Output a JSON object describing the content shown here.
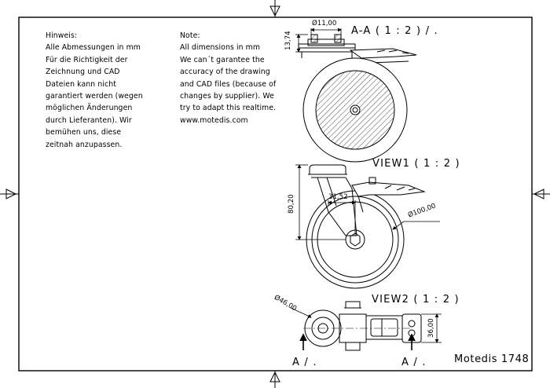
{
  "notes_de": {
    "lines": [
      "Hinweis:",
      "Alle Abmessungen in mm",
      "Für die Richtigkeit der",
      "Zeichnung und CAD",
      "Dateien kann nicht",
      "garantiert werden (wegen",
      "möglichen Änderungen",
      "durch Lieferanten). Wir",
      "bemühen uns, diese",
      "zeitnah anzupassen."
    ]
  },
  "notes_en": {
    "lines": [
      "Note:",
      "All dimensions in mm",
      "We can´t garantee the",
      "accuracy of the drawing",
      "and CAD files (because of",
      "changes by supplier). We",
      "try to adapt this realtime.",
      "www.motedis.com"
    ]
  },
  "views": {
    "section_label": "A-A ( 1 : 2 ) / .",
    "view1_label": "VIEW1 ( 1 : 2 )",
    "view2_label": "VIEW2 ( 1 : 2 )",
    "cut_marker_left": "A / .",
    "cut_marker_right": "A / ."
  },
  "dimensions": {
    "axle_diameter": "Ø11,00",
    "plate_height": "13,74",
    "total_height": "80,20",
    "offset": "31,52",
    "wheel_diameter": "Ø100,00",
    "plate_diameter": "Ø46,00",
    "width": "36,00"
  },
  "title_block": {
    "product": "Motedis 1748"
  }
}
